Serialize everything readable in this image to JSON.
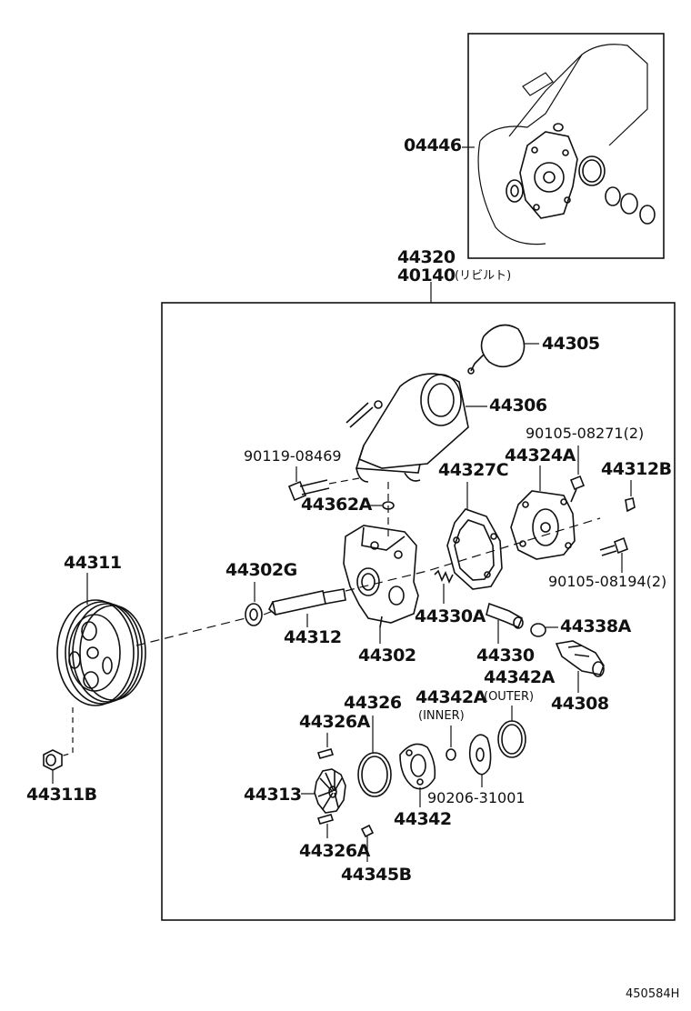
{
  "diagram_code": "450584H",
  "inset": {
    "kit": "04446"
  },
  "assembly": {
    "part_a": "44320",
    "part_b": "40140",
    "rebuilt_note": "(リビルト)"
  },
  "parts": {
    "p44305": "44305",
    "p44306": "44306",
    "p90105_08271": "90105-08271(2)",
    "p90119_08469": "90119-08469",
    "p44324A": "44324A",
    "p44327C": "44327C",
    "p44312B": "44312B",
    "p44362A": "44362A",
    "p90105_08194": "90105-08194(2)",
    "p44311": "44311",
    "p44302G": "44302G",
    "p44330A": "44330A",
    "p44338A": "44338A",
    "p44312": "44312",
    "p44302": "44302",
    "p44330": "44330",
    "p44342A_outer": "44342A",
    "outer_note": "(OUTER)",
    "p44308": "44308",
    "p44326": "44326",
    "p44342A_inner": "44342A",
    "inner_note": "(INNER)",
    "p44326A_top": "44326A",
    "p44313": "44313",
    "p90206_31001": "90206-31001",
    "p44342": "44342",
    "p44311B": "44311B",
    "p44326A_bottom": "44326A",
    "p44345B": "44345B"
  }
}
